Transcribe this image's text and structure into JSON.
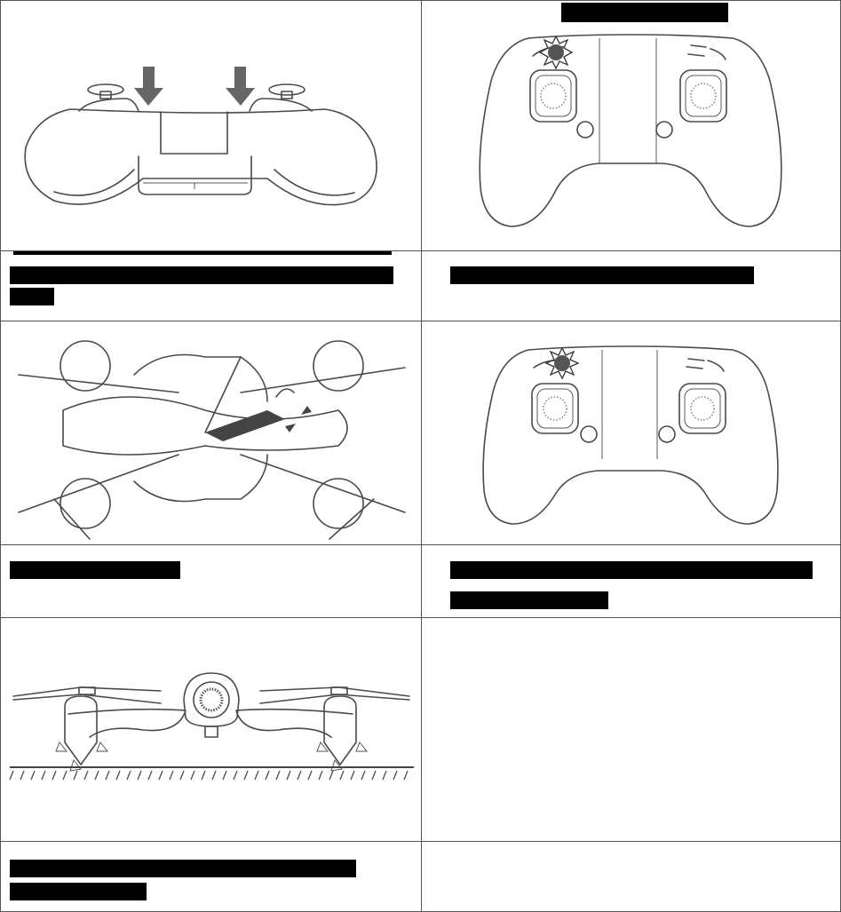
{
  "document": {
    "rows": [
      {
        "left_caption": "",
        "right_caption": ""
      },
      {
        "left_caption": "",
        "right_caption": ""
      },
      {
        "left_caption": "",
        "right_caption": ""
      }
    ]
  },
  "colors": {
    "border": "#555555",
    "line_art": "#4a4a4a",
    "highlight": "#000000"
  },
  "icons": [
    "controller-rear-view-illustration",
    "press-arrow-icon",
    "controller-top-view-illustration",
    "mode-indicator-icon",
    "drone-battery-illustration",
    "drone-front-view-illustration"
  ]
}
